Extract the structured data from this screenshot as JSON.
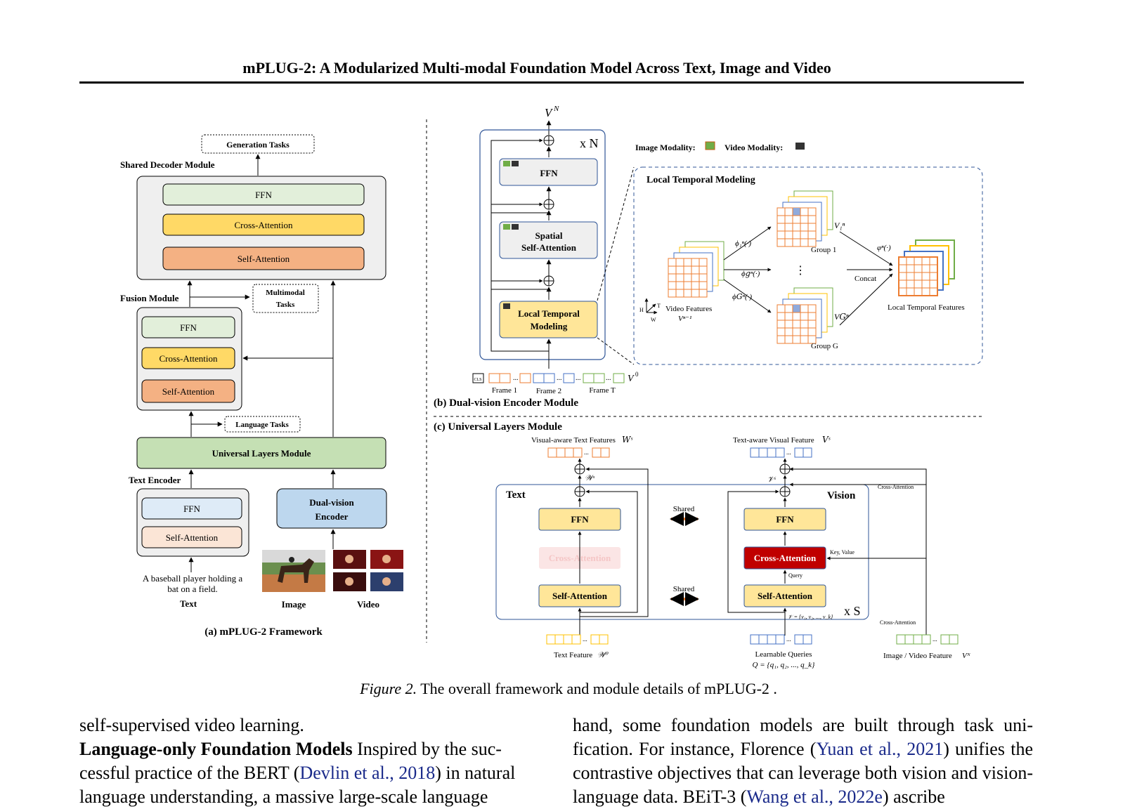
{
  "header": {
    "title": "mPLUG-2: A Modularized Multi-modal Foundation Model Across Text, Image and Video"
  },
  "figure": {
    "panel_a": {
      "generation_tasks": "Generation Tasks",
      "shared_decoder_module": "Shared Decoder Module",
      "decoder": {
        "ffn": "FFN",
        "cross_attention": "Cross-Attention",
        "self_attention": "Self-Attention"
      },
      "fusion_module": "Fusion Module",
      "multimodal_tasks_1": "Multimodal",
      "multimodal_tasks_2": "Tasks",
      "fusion": {
        "ffn": "FFN",
        "cross_attention": "Cross-Attention",
        "self_attention": "Self-Attention"
      },
      "language_tasks": "Language Tasks",
      "universal_layers_module": "Universal Layers Module",
      "text_encoder": "Text Encoder",
      "text_enc": {
        "ffn": "FFN",
        "self_attention": "Self-Attention"
      },
      "dual_vision_encoder_1": "Dual-vision",
      "dual_vision_encoder_2": "Encoder",
      "sample_text_1": "A baseball player holding a",
      "sample_text_2": "bat on a field.",
      "label_text": "Text",
      "label_image": "Image",
      "label_video": "Video",
      "caption": "(a) mPLUG-2 Framework"
    },
    "panel_b": {
      "top_output": "V",
      "top_output_sup": "N",
      "repeat": "x N",
      "ffn": "FFN",
      "spatial_1": "Spatial",
      "spatial_2": "Self-Attention",
      "ltm_1": "Local Temporal",
      "ltm_2": "Modeling",
      "cls": "CLS",
      "frame1": "Frame 1",
      "frame2": "Frame 2",
      "frameT": "Frame T",
      "v0": "V",
      "v0_sup": "0",
      "caption": "(b) Dual-vision Encoder Module",
      "image_modality": "Image Modality:",
      "video_modality": "Video Modality:",
      "ltm_title": "Local Temporal Modeling",
      "phi1": "ϕ₁ⁿ(·)",
      "phig": "ϕ𝑔ⁿ(·)",
      "phiG": "ϕ𝐺ⁿ(·)",
      "varphi": "φⁿ(·)",
      "group1": "Group 1",
      "groupG": "Group G",
      "concat": "Concat",
      "video_features": "Video Features",
      "vn_minus": "Vⁿ⁻¹",
      "v1n": "V₁ⁿ",
      "vGn": "V𝐺ⁿ",
      "local_temporal_features": "Local Temporal Features",
      "axis_h": "H",
      "axis_t": "T",
      "axis_w": "W",
      "dots": "⋮"
    },
    "panel_c": {
      "caption": "(c) Universal Layers Module",
      "visual_aware_text": "Visual-aware Text Features",
      "ws_symbol": "𝑊ˢ",
      "text_aware_visual": "Text-aware Visual Feature",
      "vs_symbol": "𝑉ˢ",
      "text": "Text",
      "vision": "Vision",
      "ffn": "FFN",
      "cross_attention": "Cross-Attention",
      "self_attention": "Self-Attention",
      "shared": "Shared",
      "repeat": "x S",
      "cross_attention_small": "Cross-Attention",
      "key_value": "Key, Value",
      "query": "Query",
      "wcal": "𝒲ˢ",
      "vcal": "𝒱ˢ",
      "v_set": "𝒱 = {v₁, v₂, ..., v_k}",
      "text_feature": "Text Feature",
      "w0": "𝒲⁰",
      "learnable_queries": "Learnable Queries",
      "q_set": "Q = {q₁, q₂, ..., q_k}",
      "image_video_feature": "Image / Video Feature",
      "vn": "Vᴺ"
    }
  },
  "caption": {
    "label": "Figure 2.",
    "text": " The overall framework and module details of mPLUG-2 ."
  },
  "body": {
    "left": {
      "line1": "self-supervised video learning.",
      "heading": "Language-only Foundation Models",
      "p2_a": "  Inspired by the suc-cessful practice of the BERT (",
      "cite1": "Devlin et al., 2018",
      "p2_b": ") in natural language understanding, a massive large-scale language"
    },
    "right": {
      "p1_a": "hand, some foundation models are built through task uni-fication. For instance, Florence (",
      "cite1": "Yuan et al., 2021",
      "p1_b": ") unifies the contrastive objectives that can leverage both vision and vision-language data. BEiT-3 (",
      "cite2": "Wang et al., 2022e",
      "p1_c": ") ascribe"
    }
  },
  "colors": {
    "ffn_green": "#e2efda",
    "cross_attn_yellow": "#ffd966",
    "self_attn_orange": "#f4b183",
    "universal_green": "#c5e0b4",
    "encoder_blue": "#bdd7ee",
    "text_ffn_blue": "#deebf7",
    "text_sa_peach": "#fbe5d6",
    "panel_c_yellow": "#ffe699",
    "cross_attn_red": "#c00000",
    "shared_arrow": "#ed7d31",
    "frame_blue": "#4472c4",
    "frame_green": "#70ad47",
    "frame_orange": "#ed7d31",
    "citation": "#1a2a8a"
  }
}
